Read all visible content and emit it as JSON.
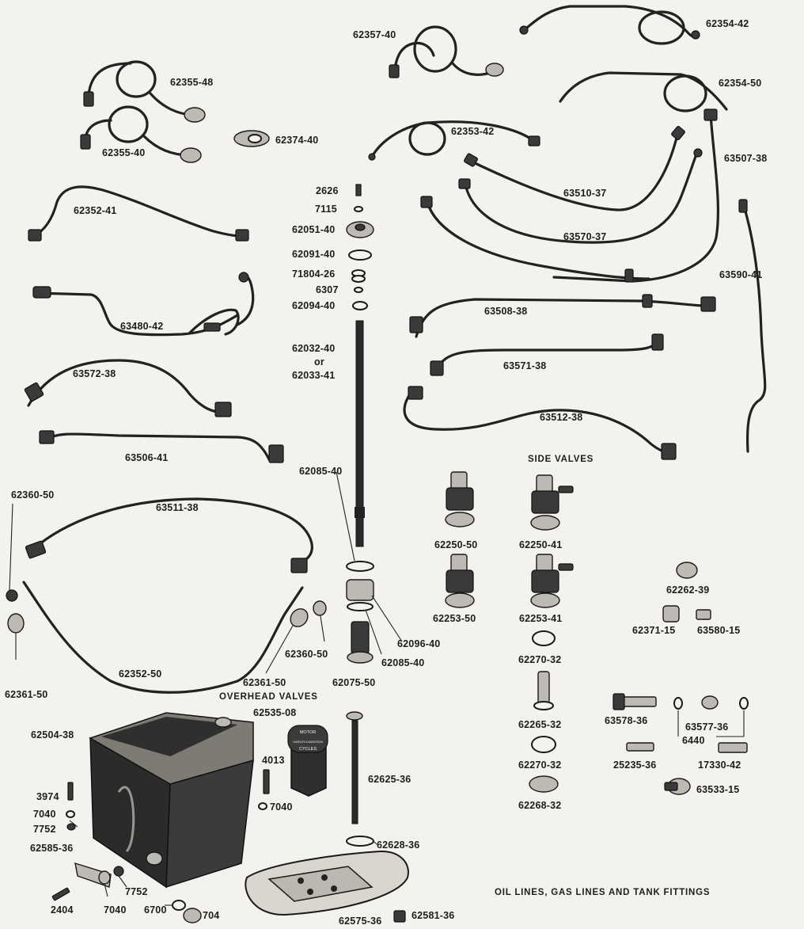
{
  "labels": {
    "p62354_42": "62354-42",
    "p62357_40": "62357-40",
    "p62355_48": "62355-48",
    "p62354_50": "62354-50",
    "p62374_40": "62374-40",
    "p62355_40": "62355-40",
    "p62353_42": "62353-42",
    "p63507_38": "63507-38",
    "p2626": "2626",
    "p7115": "7115",
    "p62051_40": "62051-40",
    "p62091_40": "62091-40",
    "p71804_26": "71804-26",
    "p6307": "6307",
    "p62094_40": "62094-40",
    "p62032_40": "62032-40",
    "or_text": "or",
    "p62033_41": "62033-41",
    "p62352_41": "62352-41",
    "p63510_37": "63510-37",
    "p63570_37": "63570-37",
    "p63590_41": "63590-41",
    "p63480_42": "63480-42",
    "p63508_38": "63508-38",
    "p63572_38": "63572-38",
    "p63571_38": "63571-38",
    "p63512_38": "63512-38",
    "p63506_41": "63506-41",
    "p62085_40_top": "62085-40",
    "p62360_50_left": "62360-50",
    "p63511_38": "63511-38",
    "p62250_50": "62250-50",
    "p62250_41": "62250-41",
    "p62253_50": "62253-50",
    "p62253_41": "62253-41",
    "p62262_39": "62262-39",
    "p62371_15": "62371-15",
    "p63580_15": "63580-15",
    "p62096_40": "62096-40",
    "p62360_50_mid": "62360-50",
    "p62085_40_bot": "62085-40",
    "p62270_32_a": "62270-32",
    "p62352_50": "62352-50",
    "p62361_50_left": "62361-50",
    "p62361_50_mid": "62361-50",
    "p62075_50": "62075-50",
    "p62535_08": "62535-08",
    "p62265_32": "62265-32",
    "p63578_36": "63578-36",
    "p63577_36": "63577-36",
    "p6440": "6440",
    "p62504_38": "62504-38",
    "p4013": "4013",
    "p62270_32_b": "62270-32",
    "p25235_36": "25235-36",
    "p17330_42": "17330-42",
    "p62625_36": "62625-36",
    "p3974": "3974",
    "p7040_a": "7040",
    "p7040_b": "7040",
    "p7752_a": "7752",
    "p63533_15": "63533-15",
    "p62268_32": "62268-32",
    "p62585_36": "62585-36",
    "p62628_36": "62628-36",
    "p7752_b": "7752",
    "p2404": "2404",
    "p7040_c": "7040",
    "p6700": "6700",
    "p704": "704",
    "p62575_36": "62575-36",
    "p62581_36": "62581-36"
  },
  "headings": {
    "side_valves": "SIDE VALVES",
    "overhead_valves": "OVERHEAD VALVES",
    "caption": "OIL LINES, GAS LINES AND TANK FITTINGS"
  },
  "plate_lettering": [
    "MOTOR",
    "HARLEY-DAVIDSON",
    "CYCLES"
  ],
  "colors": {
    "paper": "#f4f2ee",
    "ink": "#1d1d1d"
  }
}
